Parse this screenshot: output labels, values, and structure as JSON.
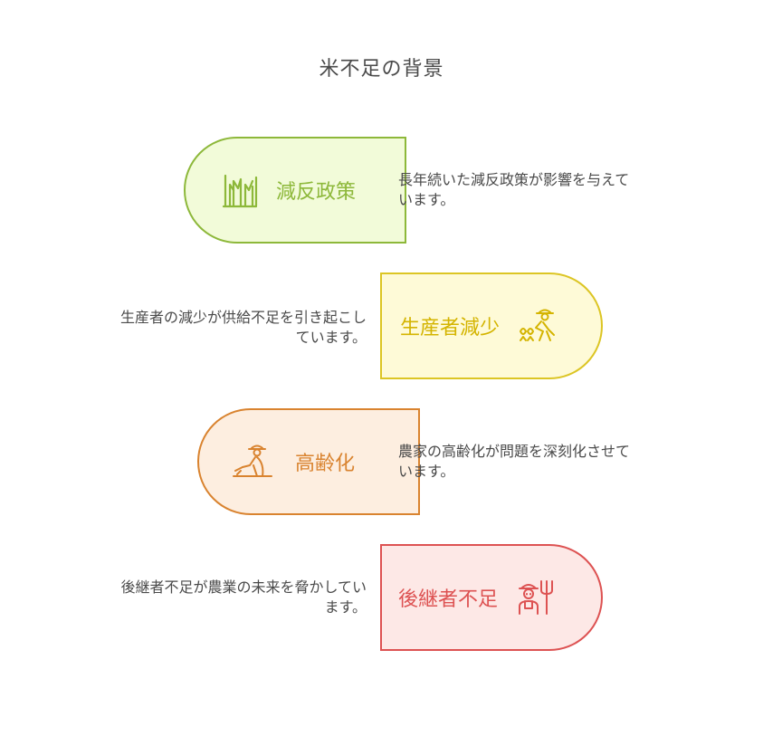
{
  "title": "米不足の背景",
  "items": [
    {
      "label": "減反政策",
      "description": "長年続いた減反政策が影響を与えています。",
      "icon": "grass-field-icon",
      "color": "#8db83a",
      "fill": "#f2fbd9"
    },
    {
      "label": "生産者減少",
      "description": "生産者の減少が供給不足を引き起こしています。",
      "icon": "farmer-harvest-icon",
      "color": "#dcc524",
      "fill": "#fefad7"
    },
    {
      "label": "高齢化",
      "description": "農家の高齢化が問題を深刻化させています。",
      "icon": "farmer-plowing-icon",
      "color": "#d9832f",
      "fill": "#fdeee0"
    },
    {
      "label": "後継者不足",
      "description": "後継者不足が農業の未来を脅かしています。",
      "icon": "farmer-pitchfork-icon",
      "color": "#dd5252",
      "fill": "#fde8e6"
    }
  ]
}
